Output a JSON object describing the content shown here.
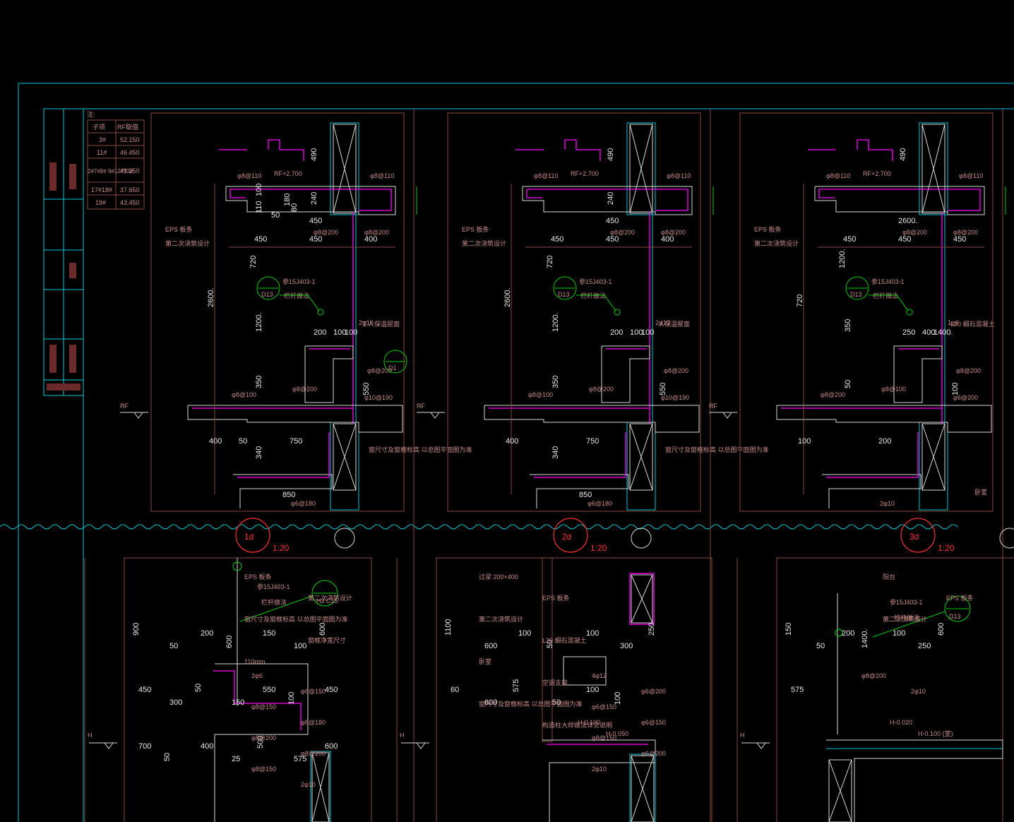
{
  "colors": {
    "background": "#000000",
    "frame": "#00c8d8",
    "structure": "#8a4a3a",
    "outline": "#d8d8d8",
    "rebar": "#ff00ff",
    "leader": "#00d000",
    "detail_marker": "#ff3030"
  },
  "notes": {
    "heading": "注:",
    "table": {
      "headers": [
        "子项",
        "RF取值"
      ],
      "rows": [
        [
          "3#",
          "52.150"
        ],
        [
          "11#",
          "46.450"
        ],
        [
          "2#7#8# 9#12#13#",
          "49.250"
        ],
        [
          "17#18#",
          "37.650"
        ],
        [
          "19#",
          "43.450"
        ]
      ]
    }
  },
  "top_details": [
    {
      "id": "detail-1",
      "number": "1d",
      "scale": "1:20",
      "rf_elev": "RF+2.700",
      "level": "RF",
      "dims": [
        "490",
        "450",
        "450",
        "400",
        "450",
        "2600.",
        "720",
        "1200.",
        "200",
        "100",
        "100",
        "350",
        "550",
        "400",
        "750",
        "850",
        "340",
        "240",
        "50",
        "110",
        "100",
        "180",
        "80",
        "50"
      ],
      "rebar": [
        "φ8@110",
        "φ8@110",
        "φ8@200",
        "φ8@200",
        "φ8@200",
        "φ8@200",
        "φ8@100",
        "φ10@190",
        "φ6@180",
        "2φ10"
      ],
      "callouts": [
        {
          "ref": "参15J403-1",
          "tag": "D13",
          "text": "栏杆做法"
        },
        {
          "ref": "",
          "tag": "D1",
          "text": ""
        }
      ],
      "labels": [
        "EPS 板条",
        "第二次浇筑设计",
        "工人保温层面",
        "窗尺寸及窗框标高 以总图平面图为准"
      ]
    },
    {
      "id": "detail-2",
      "number": "2d",
      "scale": "1:20",
      "rf_elev": "RF+2.700",
      "level": "RF",
      "dims": [
        "490",
        "450",
        "450",
        "400",
        "450",
        "2600.",
        "720",
        "1200.",
        "200",
        "100",
        "100",
        "350",
        "550",
        "400",
        "750",
        "850",
        "340",
        "240"
      ],
      "rebar": [
        "φ8@110",
        "φ8@110",
        "φ8@200",
        "φ8@200",
        "φ8@200",
        "φ8@200",
        "φ8@100",
        "φ10@190",
        "φ6@180",
        "2φ10"
      ],
      "callouts": [
        {
          "ref": "参15J403-1",
          "tag": "D13",
          "text": "栏杆做法"
        }
      ],
      "labels": [
        "EPS 板条",
        "第二次浇筑设计",
        "人保温屋面",
        "窗尺寸及窗框标高 以总图平面图为准",
        "卧室"
      ]
    },
    {
      "id": "detail-3",
      "number": "3d",
      "scale": "1:20",
      "rf_elev": "RF+2.700",
      "level": "RF",
      "dims": [
        "490",
        "450",
        "450",
        "450",
        "2600.",
        "720",
        "1200.",
        "350",
        "250",
        "400",
        "1400.",
        "50",
        "100",
        "100",
        "200"
      ],
      "rebar": [
        "φ8@110",
        "φ8@110",
        "φ8@200",
        "φ8@200",
        "φ8@200",
        "φ8@100",
        "φ8@200",
        "φ6@200",
        "2φ10",
        "1φ6"
      ],
      "callouts": [
        {
          "ref": "参15J403-1",
          "tag": "D13",
          "text": "栏杆做法"
        }
      ],
      "labels": [
        "EPS 板条",
        "第二次浇筑设计",
        "L20 细石混凝土"
      ]
    }
  ],
  "bottom_details": [
    {
      "id": "detail-4",
      "level": "H",
      "dims": [
        "900",
        "50",
        "200",
        "600",
        "150",
        "100",
        "600",
        "450",
        "300",
        "50",
        "150",
        "550",
        "100",
        "450",
        "700",
        "50",
        "400",
        "25",
        "500",
        "575",
        "600"
      ],
      "rebar": [
        "2φ6",
        "φ6@150",
        "φ8@150",
        "φ8@180",
        "φ8@200",
        "φ8@200",
        "φ8@150",
        "2φ10"
      ],
      "callouts": [
        {
          "ref": "参15J403-1",
          "tag": "H3 C15",
          "text": "栏杆做法"
        }
      ],
      "labels": [
        "EPS 板条",
        "第二次浇筑设计",
        "窗尺寸及窗框标高 以总图平面图为准",
        "窗框净宽尺寸",
        "110mm"
      ]
    },
    {
      "id": "detail-5",
      "level": "H",
      "dims": [
        "1100",
        "600",
        "100",
        "50",
        "100",
        "300",
        "250",
        "60",
        "600",
        "575",
        "50",
        "100",
        "100"
      ],
      "rebar": [
        "4φ12",
        "φ6@200",
        "φ6@150",
        "φ6@150",
        "φ8@150",
        "φ6@200",
        "2φ10"
      ],
      "elevations": [
        "H-0.100",
        "H-0.050"
      ],
      "callouts": [],
      "labels": [
        "过梁 200×400",
        "EPS 板条",
        "第二次浇筑设计",
        "L20 细石混凝土",
        "卧室",
        "空调支座",
        "窗尺寸及窗框标高 以总图平面图为准",
        "构造柱大样做法详见说明"
      ]
    },
    {
      "id": "detail-6",
      "level": "H",
      "dims": [
        "150",
        "50",
        "200",
        "1400.",
        "100",
        "250",
        "600",
        "575"
      ],
      "rebar": [
        "φ8@200",
        "2φ10"
      ],
      "elevations": [
        "H-0.020",
        "H-0.100 (室)"
      ],
      "callouts": [
        {
          "ref": "参15J403-1",
          "tag": "D13",
          "text": "栏杆做法"
        }
      ],
      "labels": [
        "阳台",
        "EPS 板条",
        "第二次浇筑设计"
      ]
    }
  ]
}
